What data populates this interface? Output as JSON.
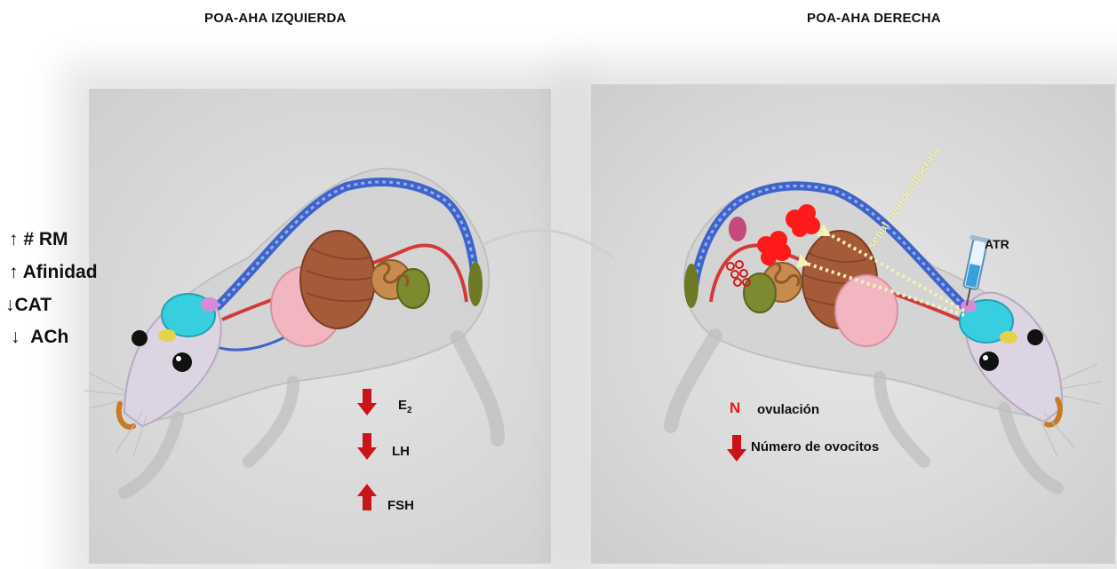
{
  "titles": {
    "left": "POA-AHA IZQUIERDA",
    "right": "POA-AHA DERECHA"
  },
  "left_side_effects": [
    {
      "arrow": "↑",
      "text": "# RM"
    },
    {
      "arrow": "↑",
      "text": "Afinidad"
    },
    {
      "arrow": "↓",
      "text": "CAT"
    },
    {
      "arrow": "↓",
      "text": "ACh"
    }
  ],
  "left_hormones": [
    {
      "direction": "down",
      "label": "E",
      "sub": "2"
    },
    {
      "direction": "down",
      "label": "LH",
      "sub": ""
    },
    {
      "direction": "up",
      "label": "FSH",
      "sub": ""
    }
  ],
  "right_effects": {
    "n_letter": "N",
    "ovulation": "ovulación",
    "oocytes_direction": "down",
    "oocytes": "Número de ovocitos"
  },
  "right_annotations": {
    "atr": "ATR",
    "signal": "señal neuroendocrina"
  },
  "colors": {
    "indicator_red": "#c8141a",
    "n_red": "#e11b1b",
    "signal_yellow": "#f2f0b0",
    "spine_blue": "#3f63c9",
    "brain_cyan": "#37cfe0",
    "lung_pink": "#f2b6c0",
    "liver_brown": "#a55a3a"
  },
  "icons": [
    "rat-anatomy-left",
    "rat-anatomy-right",
    "syringe-icon",
    "follicle-icon",
    "arrow-down-icon",
    "arrow-up-icon"
  ]
}
